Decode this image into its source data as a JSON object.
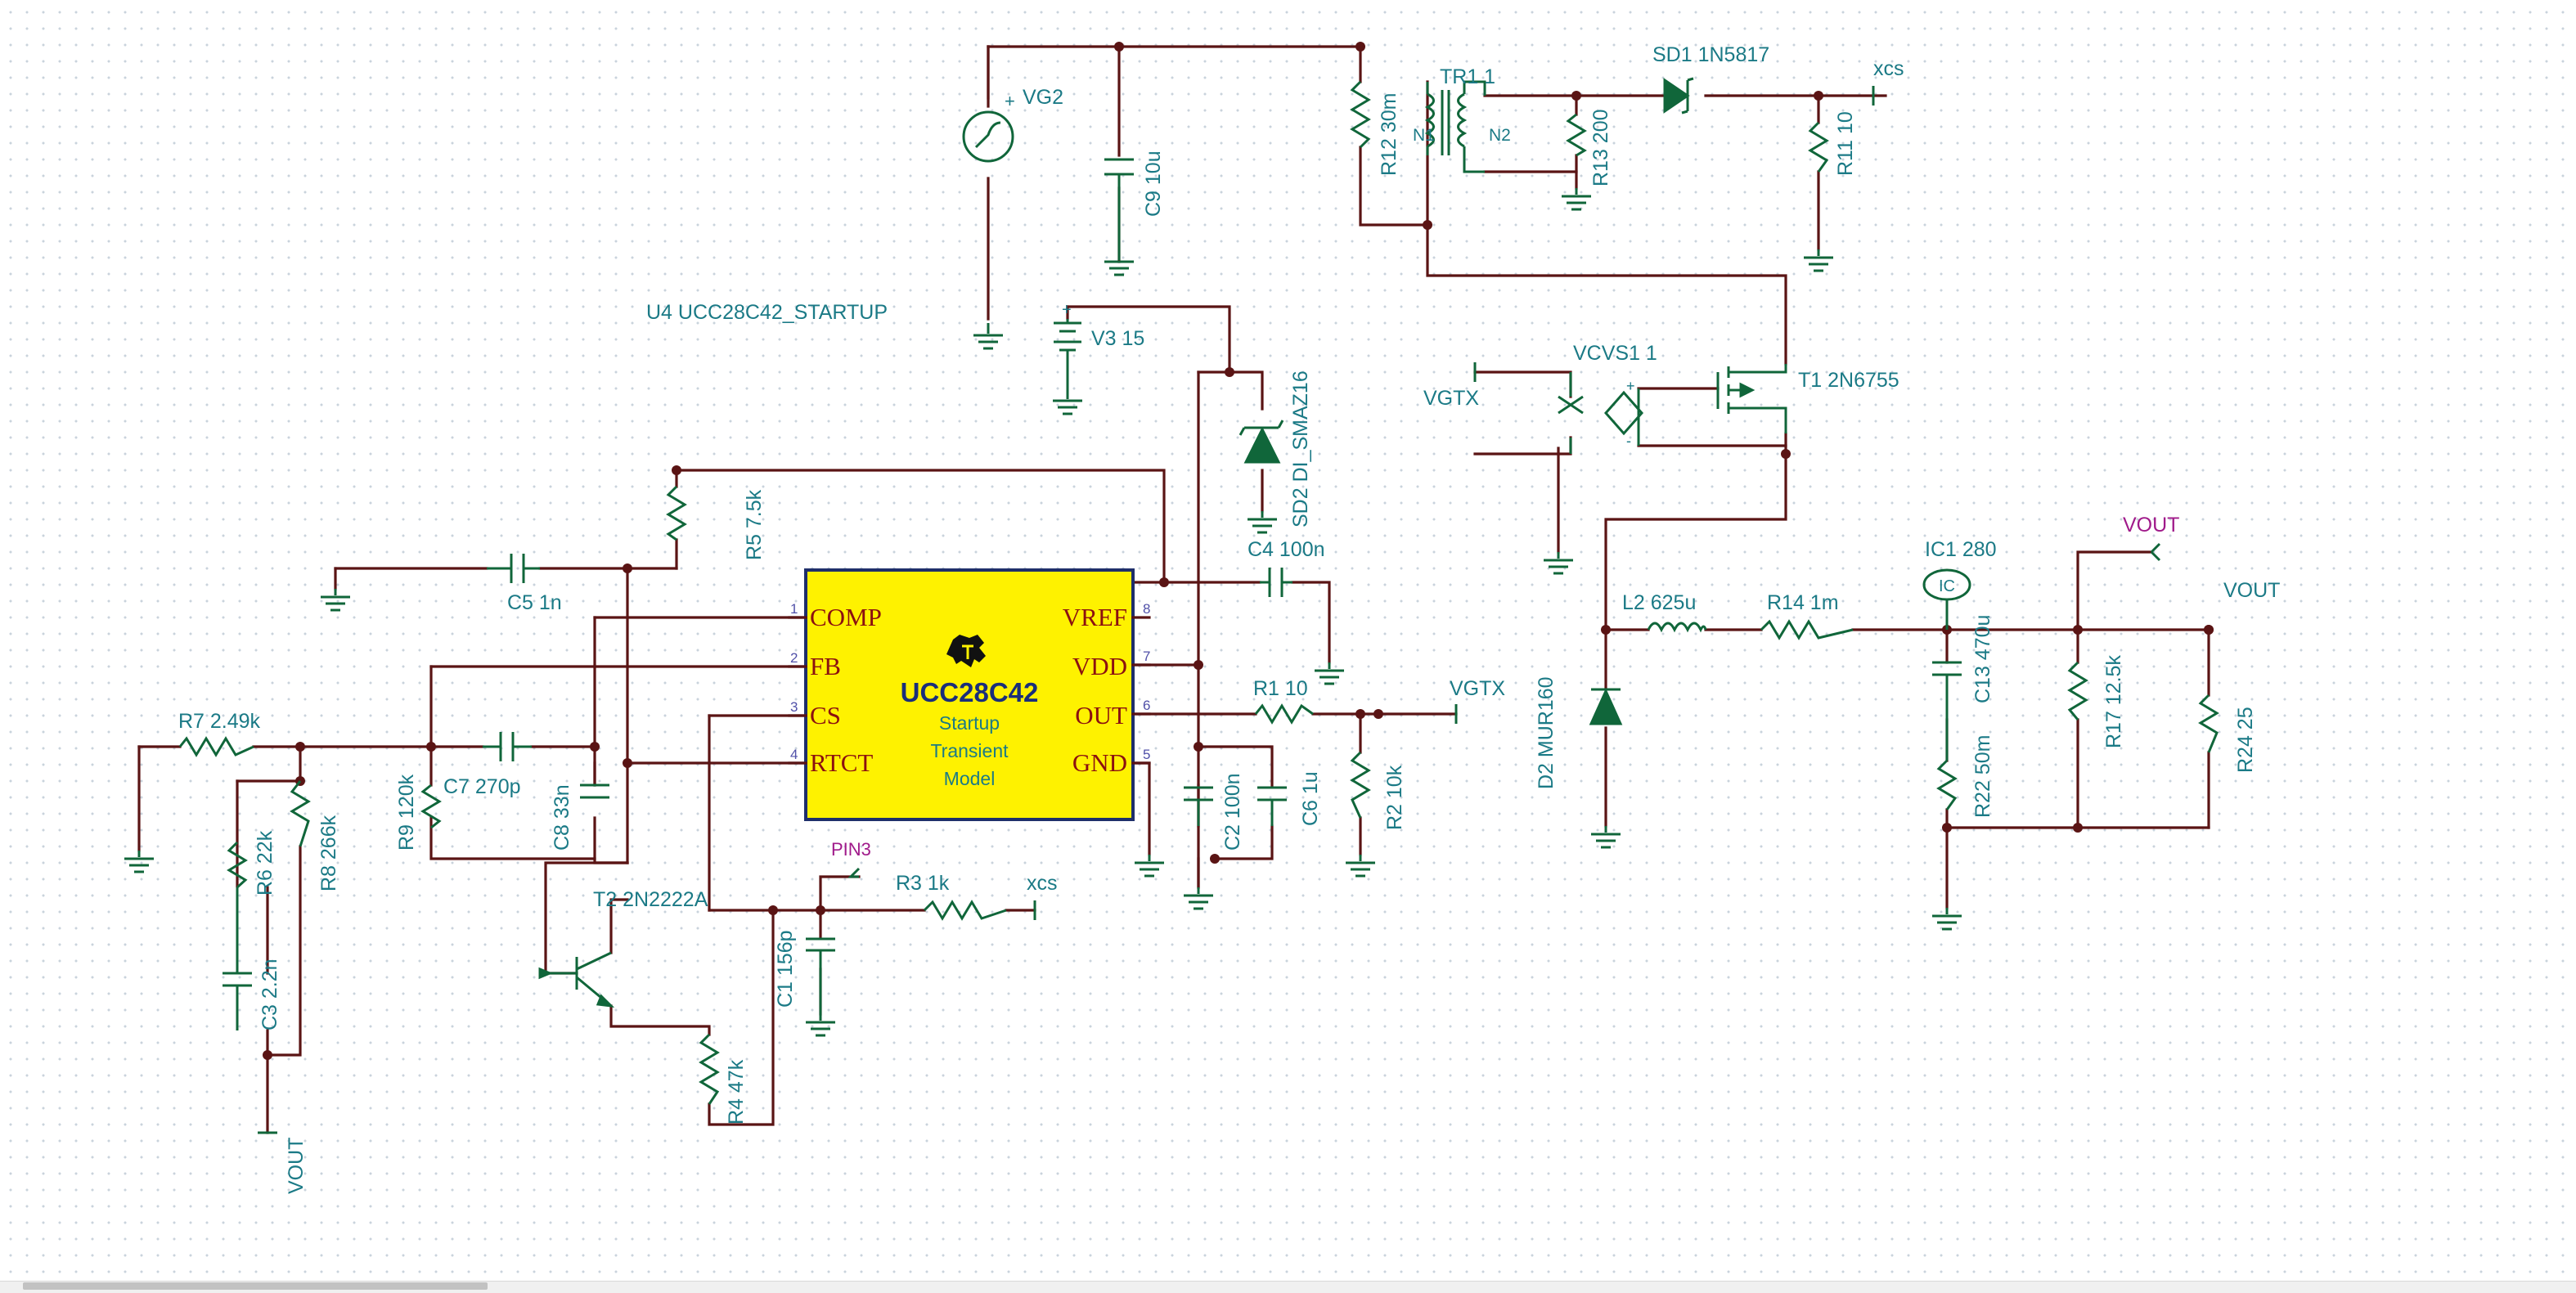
{
  "schematic": {
    "title_label": "U4 UCC28C42_STARTUP",
    "ic": {
      "name": "UCC28C42",
      "subtitle": [
        "Startup",
        "Transient",
        "Model"
      ],
      "left_pins": [
        {
          "num": "1",
          "name": "COMP"
        },
        {
          "num": "2",
          "name": "FB"
        },
        {
          "num": "3",
          "name": "CS"
        },
        {
          "num": "4",
          "name": "RTCT"
        }
      ],
      "right_pins": [
        {
          "num": "8",
          "name": "VREF"
        },
        {
          "num": "7",
          "name": "VDD"
        },
        {
          "num": "6",
          "name": "OUT"
        },
        {
          "num": "5",
          "name": "GND"
        }
      ]
    },
    "labels": {
      "vg2": "VG2",
      "c9": "C9 10u",
      "r12": "R12 30m",
      "tr1": "TR1 1",
      "n1": "N1",
      "n2": "N2",
      "r13": "R13 200",
      "sd1": "SD1 1N5817",
      "xcs_top": "xcs",
      "r11": "R11 10",
      "v3": "V3 15",
      "sd2": "SD2 DI_SMAZ16",
      "vcvs1": "VCVS1 1",
      "vgtx_left": "VGTX",
      "t1": "T1 2N6755",
      "r5": "R5 7.5k",
      "c5": "C5 1n",
      "c4": "C4 100n",
      "r1": "R1 10",
      "vgtx_right": "VGTX",
      "r7": "R7 2.49k",
      "c7": "C7 270p",
      "r9": "R9 120k",
      "c8": "C8 33n",
      "r6": "R6 22k",
      "r8": "R8 266k",
      "c3": "C3 2.2n",
      "vout_bottom": "VOUT",
      "t2": "T2 2N2222A",
      "r4": "R4 47k",
      "c1": "C1 156p",
      "pin3": "PIN3",
      "r3": "R3 1k",
      "xcs_mid": "xcs",
      "c2": "C2 100n",
      "c6": "C6 1u",
      "r2": "R2 10k",
      "d2": "D2 MUR160",
      "l2": "L2 625u",
      "r14": "R14 1m",
      "ic1": "IC1 280",
      "ic_mark": "IC",
      "c13": "C13 470u",
      "r22": "R22 50m",
      "r17": "R17 12.5k",
      "r24": "R24 25",
      "vout_top": "VOUT",
      "vout_right": "VOUT"
    }
  }
}
